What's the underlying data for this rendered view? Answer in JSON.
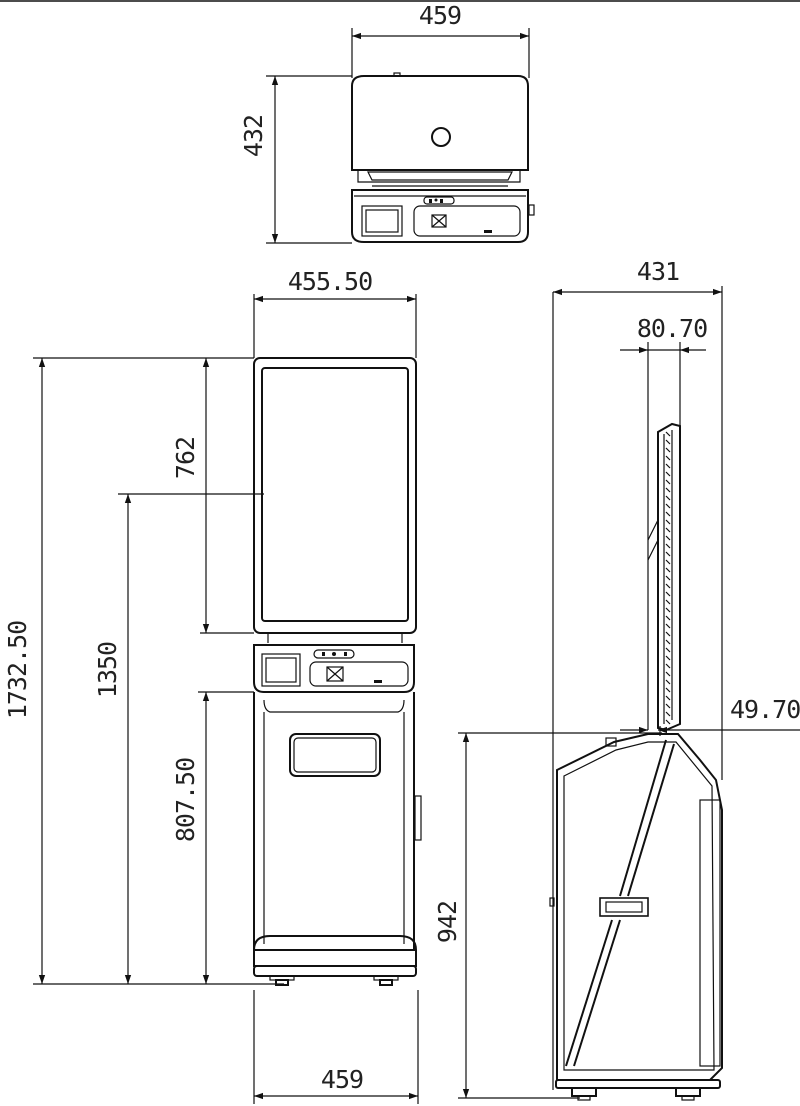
{
  "dimensions": {
    "top_view_width": "459",
    "top_view_depth": "432",
    "front_top_width": "455.50",
    "front_total_height": "1732.50",
    "front_screen_height": "762",
    "front_screen_bottom_height": "1350",
    "front_desk_height": "807.50",
    "front_base_width": "459",
    "side_total_depth": "431",
    "side_screen_depth": "80.70",
    "side_screen_offset": "49.70",
    "side_body_height": "942"
  }
}
